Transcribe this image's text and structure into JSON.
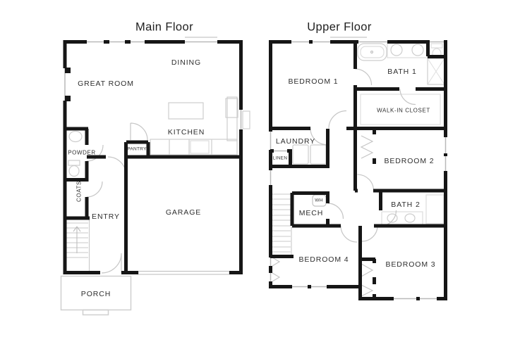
{
  "floors": [
    {
      "title": "Main Floor",
      "rooms": {
        "great_room": "GREAT ROOM",
        "dining": "DINING",
        "kitchen": "KITCHEN",
        "powder": "POWDER",
        "pantry": "PANTRY",
        "coats": "COATS",
        "entry": "ENTRY",
        "garage": "GARAGE",
        "porch": "PORCH"
      }
    },
    {
      "title": "Upper Floor",
      "rooms": {
        "bedroom1": "BEDROOM 1",
        "bath1": "BATH 1",
        "walk_in_closet": "WALK-IN CLOSET",
        "laundry": "LAUNDRY",
        "linen": "LINEN",
        "bedroom2": "BEDROOM 2",
        "wh": "WH",
        "mech": "MECH",
        "bath2": "BATH 2",
        "bedroom4": "BEDROOM 4",
        "bedroom3": "BEDROOM 3"
      }
    }
  ],
  "colors": {
    "background": "#ffffff",
    "wall": "#161616",
    "window": "#b9b9b9",
    "door_swing": "#c6c6c6",
    "fixture": "#cdcdcd",
    "stairs": "#c9c9c9",
    "text": "#2e2e2e"
  }
}
